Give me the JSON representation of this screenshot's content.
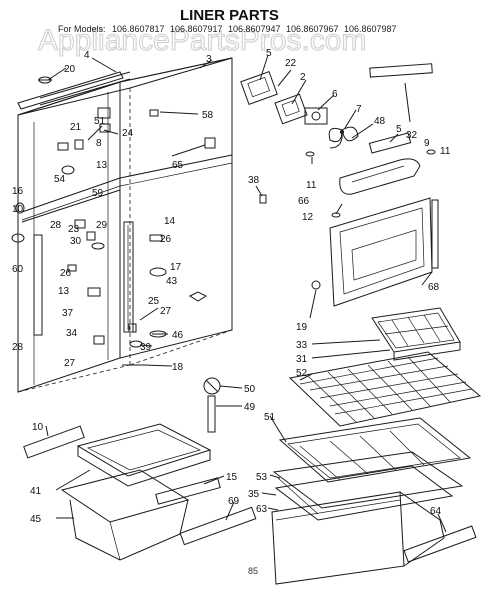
{
  "title": "LINER PARTS",
  "models_label": "For Models:",
  "models": [
    "106.8607817",
    "106.8607917",
    "106.8607947",
    "106.8607967",
    "106.8607987"
  ],
  "watermark": "AppliancePartsPros.com",
  "page_number": "85",
  "callouts": [
    "20",
    "4",
    "3",
    "5",
    "22",
    "2",
    "6",
    "7",
    "48",
    "5",
    "32",
    "9",
    "11",
    "58",
    "21",
    "51",
    "24",
    "8",
    "65",
    "13",
    "54",
    "38",
    "11",
    "66",
    "12",
    "16",
    "59",
    "10",
    "28",
    "23",
    "14",
    "29",
    "30",
    "26",
    "60",
    "17",
    "43",
    "26",
    "13",
    "37",
    "25",
    "27",
    "68",
    "19",
    "33",
    "31",
    "28",
    "34",
    "39",
    "46",
    "27",
    "18",
    "52",
    "50",
    "49",
    "51",
    "10",
    "15",
    "41",
    "53",
    "35",
    "69",
    "63",
    "45",
    "64"
  ]
}
